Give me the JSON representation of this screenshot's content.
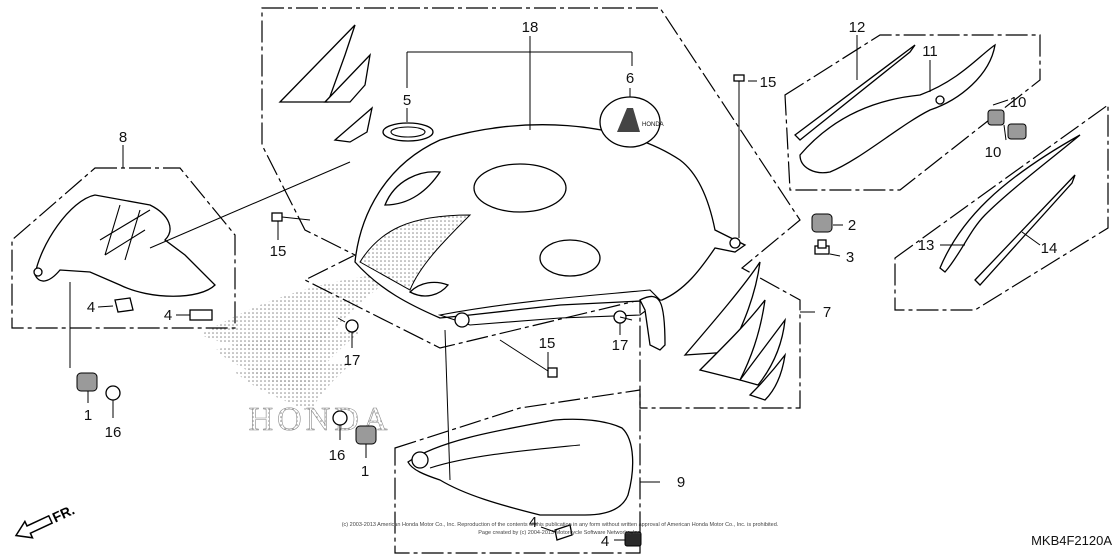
{
  "diagram": {
    "callouts": [
      {
        "num": "18"
      },
      {
        "num": "5"
      },
      {
        "num": "6"
      },
      {
        "num": "15"
      },
      {
        "num": "12"
      },
      {
        "num": "11"
      },
      {
        "num": "10"
      },
      {
        "num": "10"
      },
      {
        "num": "8"
      },
      {
        "num": "15"
      },
      {
        "num": "2"
      },
      {
        "num": "3"
      },
      {
        "num": "13"
      },
      {
        "num": "14"
      },
      {
        "num": "7"
      },
      {
        "num": "4"
      },
      {
        "num": "4"
      },
      {
        "num": "17"
      },
      {
        "num": "15"
      },
      {
        "num": "17"
      },
      {
        "num": "1"
      },
      {
        "num": "16"
      },
      {
        "num": "16"
      },
      {
        "num": "1"
      },
      {
        "num": "9"
      },
      {
        "num": "4"
      },
      {
        "num": "4"
      }
    ],
    "direction_label": "FR.",
    "part_code": "MKB4F2120A",
    "watermark_text": "HONDA",
    "copyright_line1": "(c) 2003-2013 American Honda Motor Co., Inc. Reproduction of the contents of this publication in any form without written approval of American Honda Motor Co., Inc. is prohibited.",
    "copyright_line2": "Page created by (c) 2004-2013 Motorcycle Software Networks, Inc."
  }
}
